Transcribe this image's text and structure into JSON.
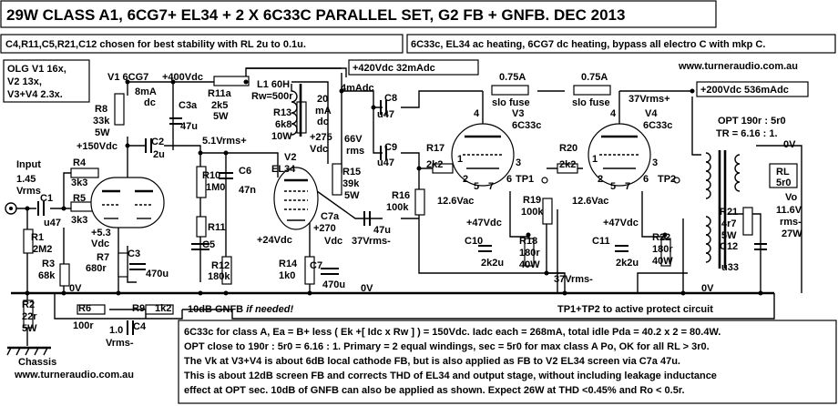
{
  "title": "29W CLASS A1, 6CG7+ EL34 + 2 X 6C33C PARALLEL SET, G2 FB + GNFB. DEC 2013",
  "notes": {
    "left": "C4,R11,C5,R21,C12 chosen for best stability with RL  2u to 0.1u.",
    "right": "6C33c, EL34 ac heating, 6CG7 dc heating, bypass all electro C with mkp C.",
    "website_top": "www.turneraudio.com.au",
    "olg": [
      "OLG V1 16x,",
      "V2 13x,",
      "V3+V4  2.3x."
    ]
  },
  "supplies": {
    "b420": "+420Vdc  32mAdc",
    "b200": "+200Vdc  536mAdc"
  },
  "labels": {
    "v1": "V1  6CG7",
    "v1_b": "+400Vdc",
    "v1_i1": "8mA",
    "v1_i2": "dc",
    "r8": [
      "R8",
      "33k",
      "5W"
    ],
    "c3a": [
      "C3a",
      "47u"
    ],
    "r11a": [
      "R11a",
      "2k5",
      "5W"
    ],
    "l1": [
      "L1 60H",
      "Rw=500r"
    ],
    "ma20": [
      "20",
      "mA",
      "dc"
    ],
    "v275": [
      "+275",
      "Vdc"
    ],
    "ma4": "4mAdc",
    "r13": [
      "R13",
      "6k8",
      "10W"
    ],
    "v150": "+150Vdc",
    "c2": [
      "C2",
      "2u"
    ],
    "v51": "5.1Vrms+",
    "v2": [
      "V2",
      "EL34"
    ],
    "r15": [
      "R15",
      "39k",
      "5W"
    ],
    "v66": [
      "66V",
      "rms"
    ],
    "c8": [
      "C8",
      "u47"
    ],
    "c9": [
      "C9",
      "u47"
    ],
    "input": [
      "Input",
      "1.45",
      "Vrms"
    ],
    "c1": [
      "C1",
      "u47"
    ],
    "r4": [
      "R4",
      "3k3"
    ],
    "r5": [
      "R5",
      "3k3"
    ],
    "r1": [
      "R1",
      "2M2"
    ],
    "r10": [
      "R10",
      "1M0"
    ],
    "c6": [
      "C6",
      "47n"
    ],
    "v53": [
      "+5.3",
      "Vdc"
    ],
    "r7": [
      "R7",
      "680r"
    ],
    "c3": [
      "C3",
      "470u"
    ],
    "r3": [
      "R3",
      "68k"
    ],
    "v0a": "0V",
    "r11": "R11",
    "c5": "C5",
    "r12": [
      "R12",
      "180k"
    ],
    "v24": "+24Vdc",
    "v270": [
      "+270",
      "Vdc"
    ],
    "c7a": [
      "C7a",
      "47u",
      "37Vrms-"
    ],
    "r14": [
      "R14",
      "1k0"
    ],
    "c7": [
      "C7",
      "470u"
    ],
    "v0b": "0V",
    "r16": [
      "R16",
      "100k"
    ],
    "r17": [
      "R17",
      "2k2"
    ],
    "fuse1": [
      "0.75A",
      "slo fuse"
    ],
    "v3": [
      "V3",
      "6C33c"
    ],
    "v126a": "12.6Vac",
    "v47a": "+47Vdc",
    "tp1": "TP1",
    "r19": [
      "R19",
      "100k"
    ],
    "c10": [
      "C10",
      "2k2u"
    ],
    "r18": [
      "R18",
      "180r",
      "40W"
    ],
    "r20": [
      "R20",
      "2k2"
    ],
    "fuse2": [
      "0.75A",
      "slo fuse"
    ],
    "v4": [
      "V4",
      "6C33c"
    ],
    "v37p": "37Vrms+",
    "v126b": "12.6Vac",
    "v47b": "+47Vdc",
    "tp2": "TP2",
    "c11": [
      "C11",
      "2k2u"
    ],
    "r22": [
      "R22",
      "180r",
      "40W"
    ],
    "v37m": "37Vrms-",
    "opt": [
      "OPT 190r : 5r0",
      "TR = 6.16 : 1."
    ],
    "v0c": "0V",
    "rl": [
      "RL",
      "5r0"
    ],
    "vo": "Vo",
    "r21": [
      "R21",
      "4r7",
      "5W"
    ],
    "c12": [
      "C12",
      "u33"
    ],
    "vo_out": [
      "11.6V",
      "rms-",
      "27W"
    ],
    "v0d": "0V",
    "pins": [
      "4",
      "1",
      "2",
      "5",
      "3",
      "6",
      "7",
      "4",
      "1",
      "2",
      "5",
      "3",
      "6",
      "7"
    ],
    "r2": [
      "R2",
      "22r",
      "5W"
    ],
    "r6": [
      "R6",
      "100r"
    ],
    "r9": [
      "R9",
      "1k2"
    ],
    "c4": [
      "1.0",
      "Vrms-",
      "C4"
    ],
    "gnfb": "10dB GNFB",
    "gnfb_note": "if needed!",
    "tp_note": "TP1+TP2 to active protect circuit",
    "chassis": "Chassis",
    "website_bottom": "www.turneraudio.com.au"
  },
  "bottom_note": [
    "6C33c for class A, Ea = B+ less ( Ek +[ Idc x Rw ] ) = 150Vdc. Iadc each = 268mA, total idle Pda = 40.2 x 2 = 80.4W.",
    "OPT close to 190r : 5r0 = 6.16 : 1. Primary = 2 equal windings, sec = 5r0 for max class A Po, OK for all RL > 3r0.",
    "The Vk at V3+V4 is about 6dB local cathode FB, but is also applied as FB to V2 EL34 screen via C7a 47u.",
    "This is about 12dB screen FB and corrects THD of EL34 and output stage, without including leakage inductance",
    "effect at OPT sec. 10dB of GNFB can also be applied as shown.  Expect 26W at THD <0.45% and Ro < 0.5r."
  ]
}
